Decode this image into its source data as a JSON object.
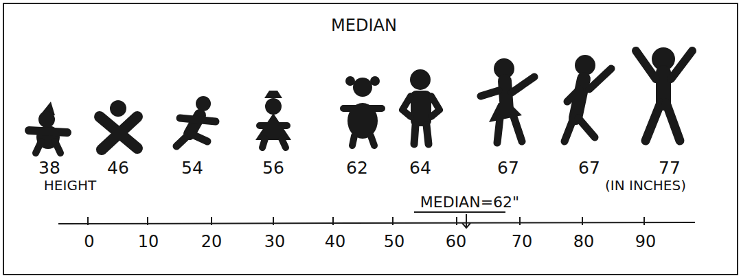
{
  "diagram": {
    "title": "MEDIAN",
    "labels": [
      "38",
      "46",
      "54",
      "56",
      "62",
      "64",
      "67",
      "67",
      "77",
      "HEIGHT",
      "(IN INCHES)",
      "MEDIAN=62\"",
      "0",
      "10",
      "20",
      "30",
      "40",
      "50",
      "60",
      "70",
      "80",
      "90"
    ]
  }
}
